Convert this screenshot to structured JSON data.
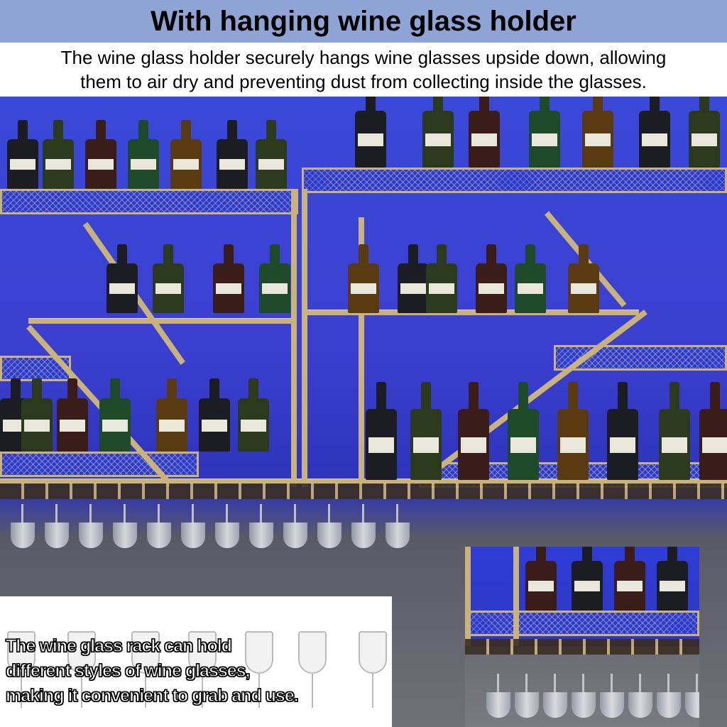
{
  "header": {
    "title": "With hanging wine glass holder"
  },
  "description": {
    "lines": [
      "The wine glass holder securely hangs wine glasses upside down, allowing",
      "them to air dry and preventing dust from collecting inside the glasses."
    ]
  },
  "caption": {
    "lines": [
      "The wine glass rack can hold",
      "different styles of wine glasses,",
      "making it convenient to grab and use."
    ]
  },
  "colors": {
    "banner": "#8ea4d4",
    "gold_frame": "#c9b37a",
    "led_blue": "#3a48d8"
  }
}
